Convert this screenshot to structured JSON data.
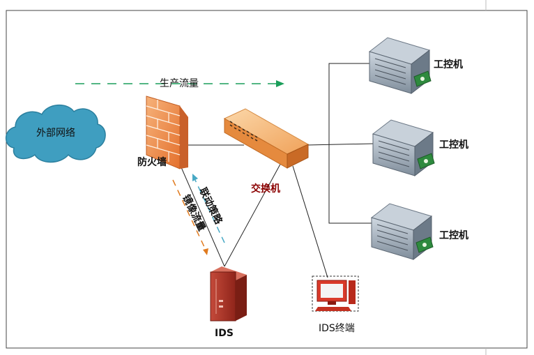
{
  "diagram": {
    "flow_label": "生产流量",
    "cloud_label": "外部网络",
    "firewall_label": "防火墙",
    "switch_label": "交换机",
    "linkage_label": "联动策略",
    "mirror_label": "镜像流量",
    "ids_label": "IDS",
    "ids_terminal_label": "IDS终端",
    "ics_label": "工控机"
  },
  "colors": {
    "flow_arrow": "#1a9e5a",
    "linkage_arrow": "#48a9c5",
    "mirror_arrow": "#e07a1e",
    "switch_label": "#8b0000",
    "cloud": "#3f9ec0"
  }
}
